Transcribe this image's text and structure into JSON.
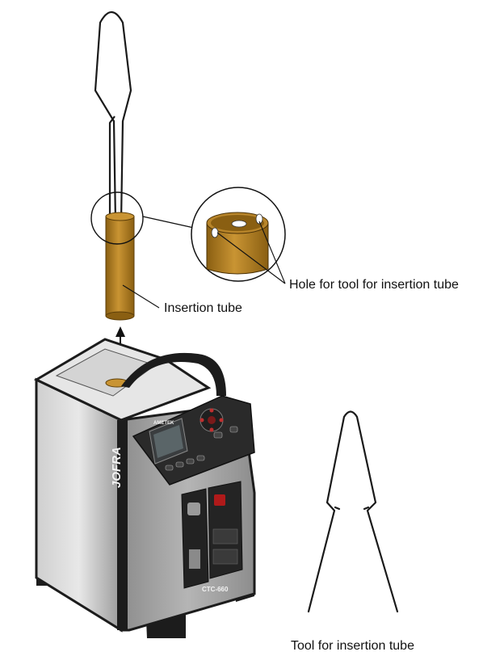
{
  "labels": {
    "insertion_tube": "Insertion tube",
    "hole_for_tool": "Hole for tool for insertion tube",
    "tool": "Tool for insertion tube"
  },
  "device": {
    "brand": "JOFRA",
    "model": "CTC-660",
    "maker": "AMETEK"
  },
  "colors": {
    "tube": "#c08a2c",
    "tube_dark": "#8a5f12",
    "housing": "#a7a7a7",
    "frame": "#1c1c1c",
    "line": "#111111"
  }
}
